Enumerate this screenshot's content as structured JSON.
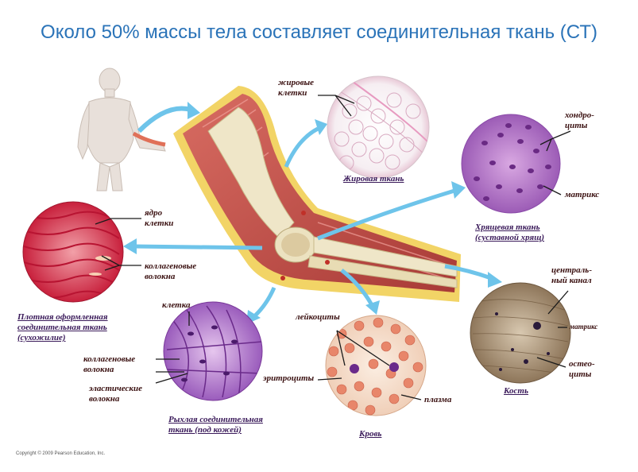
{
  "title": "Около 50% массы тела составляет соединительная ткань (СТ)",
  "copyright": "Copyright © 2009 Pearson Education, Inc.",
  "captions": {
    "fat": "Жировая ткань",
    "cartilage_line1": "Хрящевая ткань",
    "cartilage_line2": "(суставной хрящ)",
    "dense_line1": "Плотная оформленная",
    "dense_line2": "соединительная ткань",
    "dense_line3": "(сухожилие)",
    "loose_line1": "Рыхлая соединительная",
    "loose_line2": "ткань (под кожей)",
    "blood": "Кровь",
    "bone": "Кость"
  },
  "labels": {
    "fat_cells_1": "жировые",
    "fat_cells_2": "клетки",
    "chondro_1": "хондро-",
    "chondro_2": "циты",
    "matrix": "матрикс",
    "nucleus_1": "ядро",
    "nucleus_2": "клетки",
    "collagen_1": "коллагеновые",
    "collagen_2": "волокна",
    "cell": "клетка",
    "collagen_loose_1": "коллагеновые",
    "collagen_loose_2": "волокна",
    "elastic_1": "эластические",
    "elastic_2": "волокна",
    "leukocytes": "лейкоциты",
    "erythrocytes": "эритроциты",
    "plasma": "плазма",
    "central_1": "централь-",
    "central_2": "ный канал",
    "matrix_bone": "матрикс",
    "osteo_1": "остео-",
    "osteo_2": "циты"
  },
  "colors": {
    "title": "#2a73b8",
    "arrow": "#6ec4ea",
    "muscle": "#c0504a",
    "fat_layer": "#f2d466",
    "bone": "#efe6c8",
    "cartilage": "#c98ad6",
    "dense": "#d8344c",
    "loose": "#b07ac8",
    "blood_rbc": "#e8866a",
    "bone_tissue": "#a88d6e"
  }
}
